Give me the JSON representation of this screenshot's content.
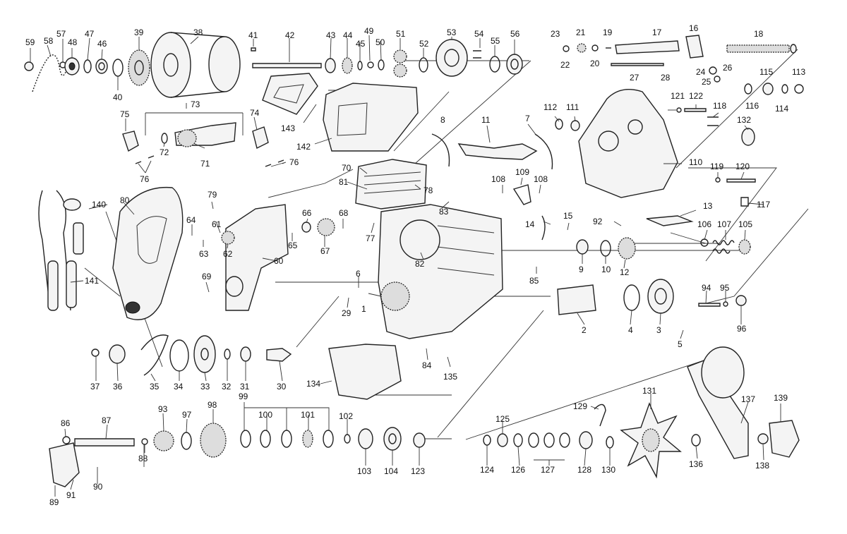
{
  "labels": {
    "p1": "1",
    "p2": "2",
    "p3": "3",
    "p4": "4",
    "p5": "5",
    "p6": "6",
    "p7": "7",
    "p8": "8",
    "p9": "9",
    "p10": "10",
    "p11": "11",
    "p12": "12",
    "p13": "13",
    "p14": "14",
    "p15": "15",
    "p16": "16",
    "p17": "17",
    "p18": "18",
    "p19": "19",
    "p20": "20",
    "p21": "21",
    "p22": "22",
    "p23": "23",
    "p24": "24",
    "p25": "25",
    "p26": "26",
    "p27": "27",
    "p28": "28",
    "p29": "29",
    "p30": "30",
    "p31": "31",
    "p32": "32",
    "p33": "33",
    "p34": "34",
    "p35": "35",
    "p36": "36",
    "p37": "37",
    "p38": "38",
    "p39": "39",
    "p40": "40",
    "p41": "41",
    "p42": "42",
    "p43": "43",
    "p44": "44",
    "p45": "45",
    "p46": "46",
    "p47": "47",
    "p48": "48",
    "p49": "49",
    "p50": "50",
    "p51": "51",
    "p52": "52",
    "p53": "53",
    "p54": "54",
    "p55": "55",
    "p56": "56",
    "p57": "57",
    "p58": "58",
    "p59": "59",
    "p60": "60",
    "p61": "61",
    "p62": "62",
    "p63": "63",
    "p64": "64",
    "p65": "65",
    "p66": "66",
    "p67": "67",
    "p68": "68",
    "p69": "69",
    "p70": "70",
    "p71": "71",
    "p72": "72",
    "p73": "73",
    "p74": "74",
    "p75": "75",
    "p76": "76",
    "p77": "77",
    "p78": "78",
    "p79": "79",
    "p80": "80",
    "p81": "81",
    "p82": "82",
    "p83": "83",
    "p84": "84",
    "p85": "85",
    "p86": "86",
    "p87": "87",
    "p88": "88",
    "p89": "89",
    "p90": "90",
    "p91": "91",
    "p92": "92",
    "p93": "93",
    "p94": "94",
    "p95": "95",
    "p96": "96",
    "p97": "97",
    "p98": "98",
    "p99": "99",
    "p100": "100",
    "p101": "101",
    "p102": "102",
    "p103": "103",
    "p104": "104",
    "p105": "105",
    "p106": "106",
    "p107": "107",
    "p108": "108",
    "p109": "109",
    "p110": "110",
    "p111": "111",
    "p112": "112",
    "p113": "113",
    "p114": "114",
    "p115": "115",
    "p116": "116",
    "p117": "117",
    "p118": "118",
    "p119": "119",
    "p120": "120",
    "p121": "121",
    "p122": "122",
    "p123": "123",
    "p124": "124",
    "p125": "125",
    "p126": "126",
    "p127": "127",
    "p128": "128",
    "p129": "129",
    "p130": "130",
    "p131": "131",
    "p132": "132",
    "p134": "134",
    "p135": "135",
    "p136": "136",
    "p137": "137",
    "p138": "138",
    "p139": "139",
    "p140": "140",
    "p141": "141",
    "p142": "142",
    "p143": "143"
  }
}
